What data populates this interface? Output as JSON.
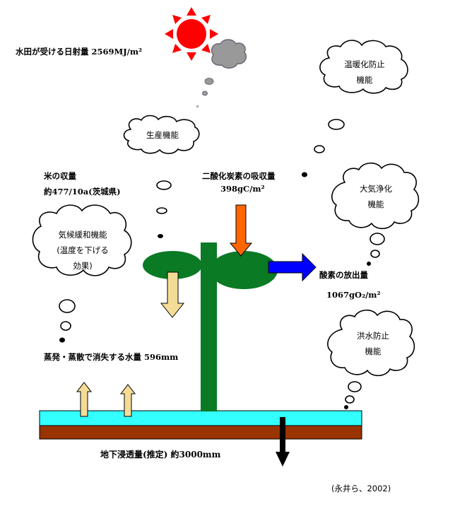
{
  "labels": {
    "solar": "水田が受ける日射量 2569MJ/m²",
    "rice_line1": "米の収量",
    "rice_line2": "約477/10a(茨城県)",
    "co2_line1": "二酸化炭素の吸収量",
    "co2_line2": "398gC/m²",
    "oxygen_line1": "酸素の放出量",
    "oxygen_line2": "1067gO₂/m²",
    "evap": "蒸発・蒸散で消失する水量 596mm",
    "ground": "地下浸透量(推定) 約3000mm",
    "citation": "(永井ら、2002)"
  },
  "clouds": {
    "production": "生産機能",
    "warming_line1": "温暖化防止",
    "warming_line2": "機能",
    "climate_line1": "気候緩和機能",
    "climate_line2": "(温度を下げる",
    "climate_line3": "効果)",
    "air_line1": "大気浄化",
    "air_line2": "機能",
    "flood_line1": "洪水防止",
    "flood_line2": "機能"
  },
  "colors": {
    "sun": "#ff0000",
    "smoke": "#999999",
    "plant": "#0a7a24",
    "water": "#33ffff",
    "soil": "#993300",
    "co2_arrow": "#ff6600",
    "o2_arrow": "#0000ff",
    "evap_arrow": "#f5dc96",
    "ground_arrow": "#000000"
  }
}
